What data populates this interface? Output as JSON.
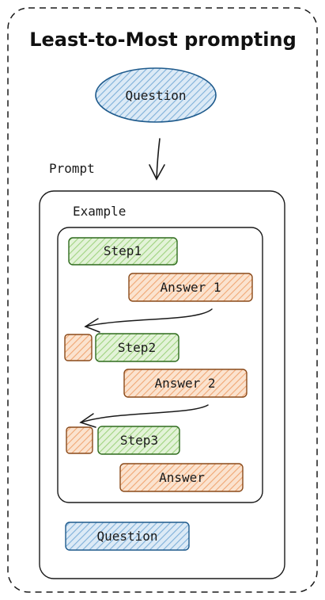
{
  "title": "Least-to-Most prompting",
  "question_top": "Question",
  "prompt_label": "Prompt",
  "example_label": "Example",
  "steps": [
    "Step1",
    "Step2",
    "Step3"
  ],
  "answers": [
    "Answer 1",
    "Answer 2",
    "Answer"
  ],
  "question_bottom": "Question",
  "colors": {
    "question_fill": "#a8cce8",
    "question_stroke": "#1e5a8c",
    "step_fill": "#b9e2a2",
    "step_stroke": "#2f6b1e",
    "answer_fill": "#f5c39e",
    "answer_stroke": "#8a4a1a",
    "outline": "#1a1a1a"
  }
}
